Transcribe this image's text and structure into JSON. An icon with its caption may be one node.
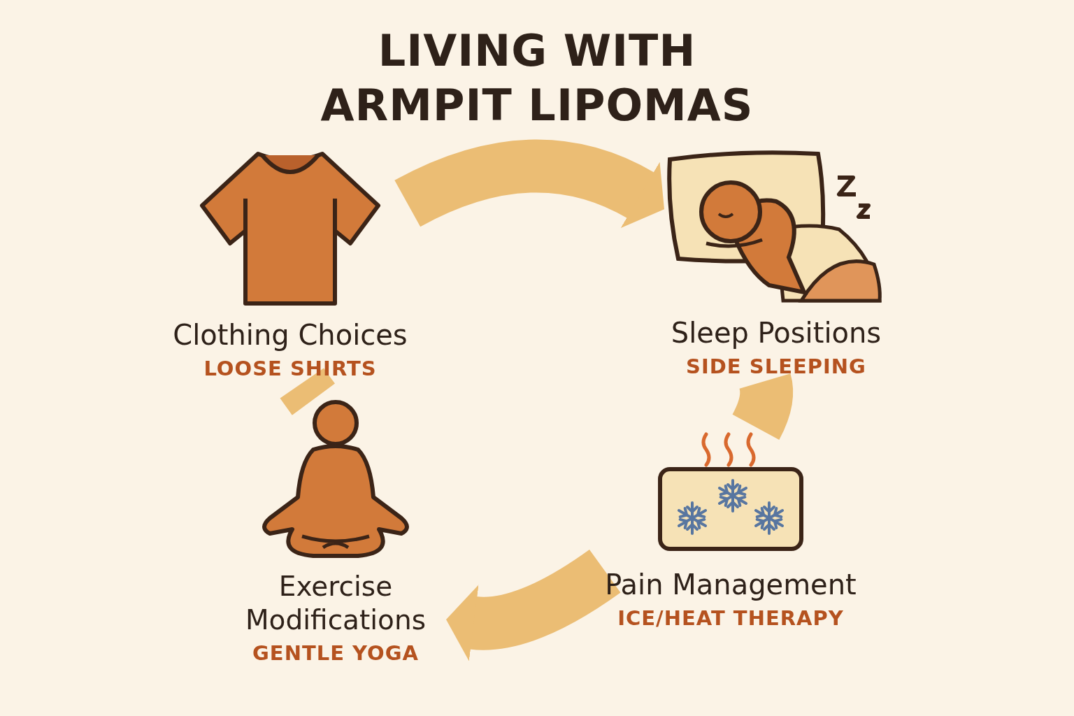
{
  "diagram": {
    "title": "LIVING WITH ARMPIT LIPOMAS",
    "nodes": [
      {
        "text": [
          "Clothing Choices",
          "LOOSE SHIRTS"
        ]
      },
      {
        "text": [
          "Sleep Positions",
          "SIDE SLEEPING"
        ]
      },
      {
        "text": [
          "Exercise Modifications",
          "GENTLE YOGA"
        ]
      },
      {
        "text": [
          "Pain Management",
          "ICE/HEAT THERAPY"
        ]
      }
    ],
    "edges": [
      {
        "from": 0,
        "to": 1,
        "arrow": "to"
      },
      {
        "from": 1,
        "to": 3,
        "arrow": "none"
      },
      {
        "from": 3,
        "to": 2,
        "arrow": "to"
      },
      {
        "from": 2,
        "to": 0,
        "arrow": "none"
      }
    ]
  }
}
